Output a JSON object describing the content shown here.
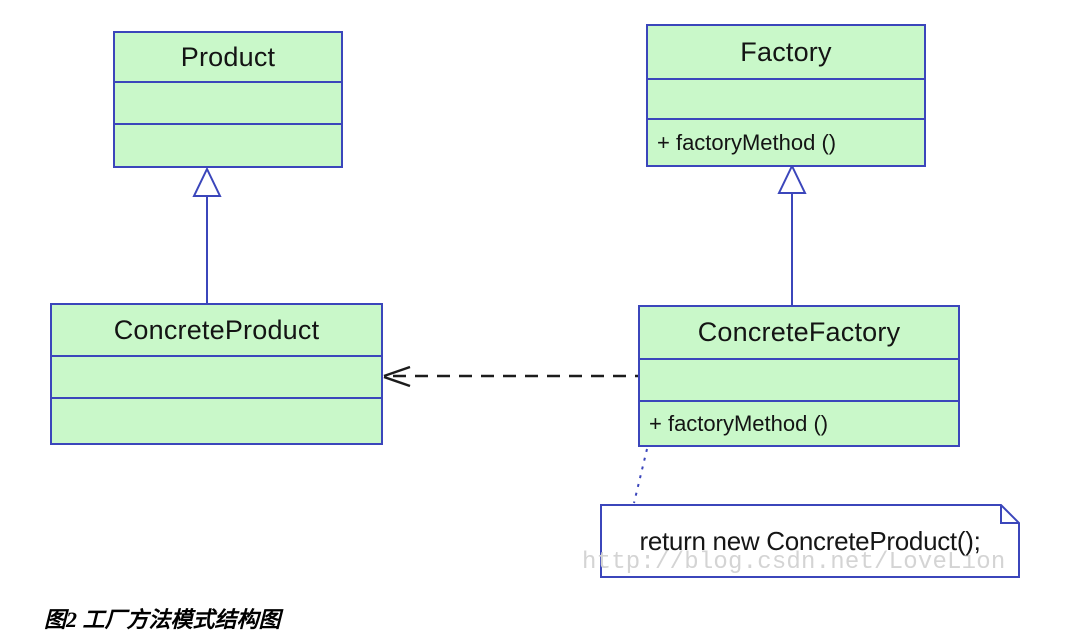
{
  "diagram": {
    "type": "uml-class-diagram",
    "classes": [
      {
        "id": "product",
        "name": "Product",
        "attributes": [],
        "methods": []
      },
      {
        "id": "factory",
        "name": "Factory",
        "attributes": [],
        "methods": [
          "+ factoryMethod ()"
        ],
        "method_label": "+ factoryMethod ()"
      },
      {
        "id": "concrete-product",
        "name": "ConcreteProduct",
        "attributes": [],
        "methods": []
      },
      {
        "id": "concrete-factory",
        "name": "ConcreteFactory",
        "attributes": [],
        "methods": [
          "+ factoryMethod ()"
        ],
        "method_label": "+ factoryMethod ()"
      }
    ],
    "relationships": [
      {
        "type": "generalization",
        "from": "ConcreteProduct",
        "to": "Product"
      },
      {
        "type": "generalization",
        "from": "ConcreteFactory",
        "to": "Factory"
      },
      {
        "type": "dependency",
        "from": "ConcreteFactory",
        "to": "ConcreteProduct",
        "style": "dashed-open-arrow"
      },
      {
        "type": "note-anchor",
        "from": "ConcreteFactory",
        "to": "note",
        "style": "dotted"
      }
    ],
    "note": {
      "text": "return new ConcreteProduct();"
    },
    "watermark": "http://blog.csdn.net/LoveLion",
    "caption": "图2 工厂方法模式结构图",
    "colors": {
      "class_fill": "#c9f8c9",
      "class_border": "#3b46bb",
      "dependency_arrow": "#1c1c1c",
      "note_border": "#3b46bb",
      "note_fill": "#ffffff",
      "watermark": "#d4d4d4",
      "text": "#141414"
    }
  }
}
